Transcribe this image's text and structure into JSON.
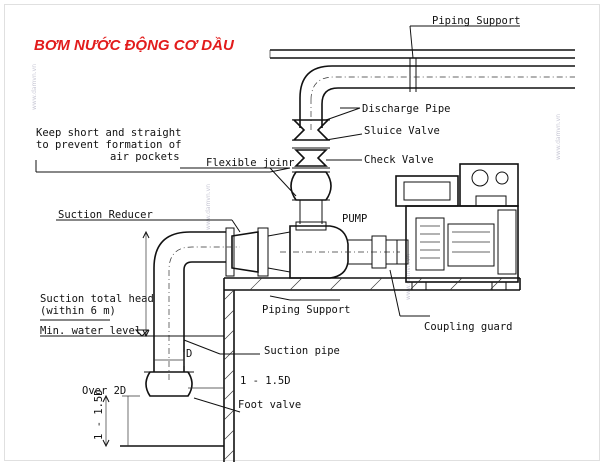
{
  "title": "BƠM NƯỚC ĐỘNG CƠ DẦU",
  "labels": {
    "piping_support_top": "Piping Support",
    "discharge_pipe": "Discharge Pipe",
    "sluice_valve": "Sluice Valve",
    "check_valve": "Check Valve",
    "keep_short_1": "Keep short and straight",
    "keep_short_2": "to prevent formation of",
    "keep_short_3": "air pockets",
    "flexible_joint": "Flexible joinr",
    "suction_reducer": "Suction Reducer",
    "pump": "PUMP",
    "suction_head_1": "Suction total head",
    "suction_head_2": "(within 6 m)",
    "min_water_level": "Min. water level",
    "piping_support_bottom": "Piping Support",
    "coupling_guard": "Coupling guard",
    "suction_pipe": "Suction pipe",
    "dim_d": "D",
    "dim_1_15d": "1 - 1.5D",
    "over_2d": "Over 2D",
    "foot_valve": "Foot valve",
    "dim_vertical_15d": "1 - 1.5D"
  },
  "colors": {
    "title": "#e21c1c",
    "line": "#111111"
  }
}
